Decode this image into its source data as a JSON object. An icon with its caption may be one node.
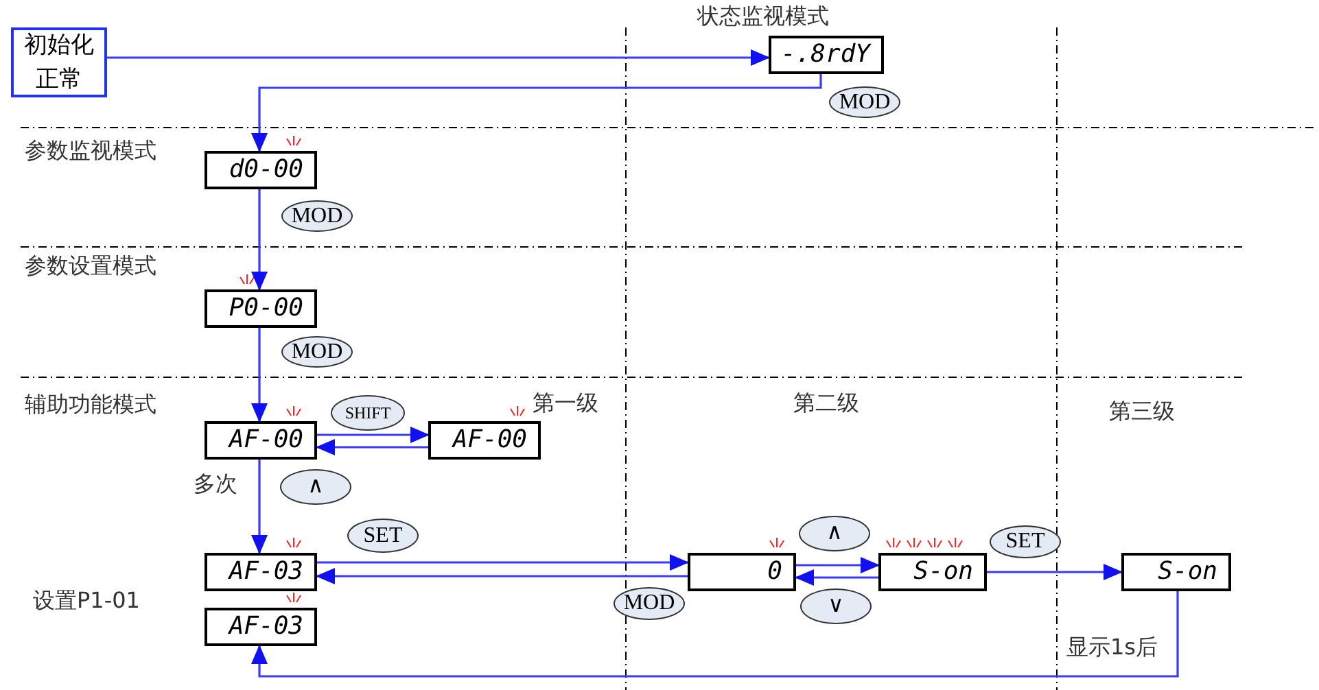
{
  "diagram": {
    "nodes": [
      {
        "text": [
          "初始化正常"
        ]
      },
      {
        "text": [
          "-.8rdY"
        ]
      },
      {
        "text": [
          "d0-00"
        ]
      },
      {
        "text": [
          "P0-00"
        ]
      },
      {
        "text": [
          "AF-00"
        ]
      },
      {
        "text": [
          "AF-00"
        ]
      },
      {
        "text": [
          "AF-03"
        ]
      },
      {
        "text": [
          "AF-03"
        ]
      },
      {
        "text": [
          "0"
        ]
      },
      {
        "text": [
          "S-on"
        ]
      },
      {
        "text": [
          "S-on"
        ]
      }
    ],
    "edges": [
      {
        "from": 0,
        "to": 1,
        "arrow": "to"
      },
      {
        "from": 1,
        "to": 2,
        "arrow": "to",
        "label": "MOD"
      },
      {
        "from": 2,
        "to": 3,
        "arrow": "to",
        "label": "MOD"
      },
      {
        "from": 3,
        "to": 4,
        "arrow": "to",
        "label": "MOD"
      },
      {
        "from": 4,
        "to": 5,
        "arrow": "to",
        "label": "SHIFT"
      },
      {
        "from": 5,
        "to": 4,
        "arrow": "to"
      },
      {
        "from": 4,
        "to": 6,
        "arrow": "to",
        "label": "∧"
      },
      {
        "from": 6,
        "to": 8,
        "arrow": "to",
        "label": "SET"
      },
      {
        "from": 8,
        "to": 6,
        "arrow": "to",
        "label": "MOD"
      },
      {
        "from": 8,
        "to": 9,
        "arrow": "to",
        "label": "∧"
      },
      {
        "from": 9,
        "to": 8,
        "arrow": "to",
        "label": "∨"
      },
      {
        "from": 9,
        "to": 10,
        "arrow": "to",
        "label": "SET"
      },
      {
        "from": 10,
        "to": 7,
        "arrow": "to",
        "label": "显示1s后"
      }
    ],
    "labels": [
      "状态监视模式",
      "参数监视模式",
      "参数设置模式",
      "辅助功能模式",
      "第一级",
      "第二级",
      "第三级",
      "多次",
      "设置P1-01"
    ]
  }
}
